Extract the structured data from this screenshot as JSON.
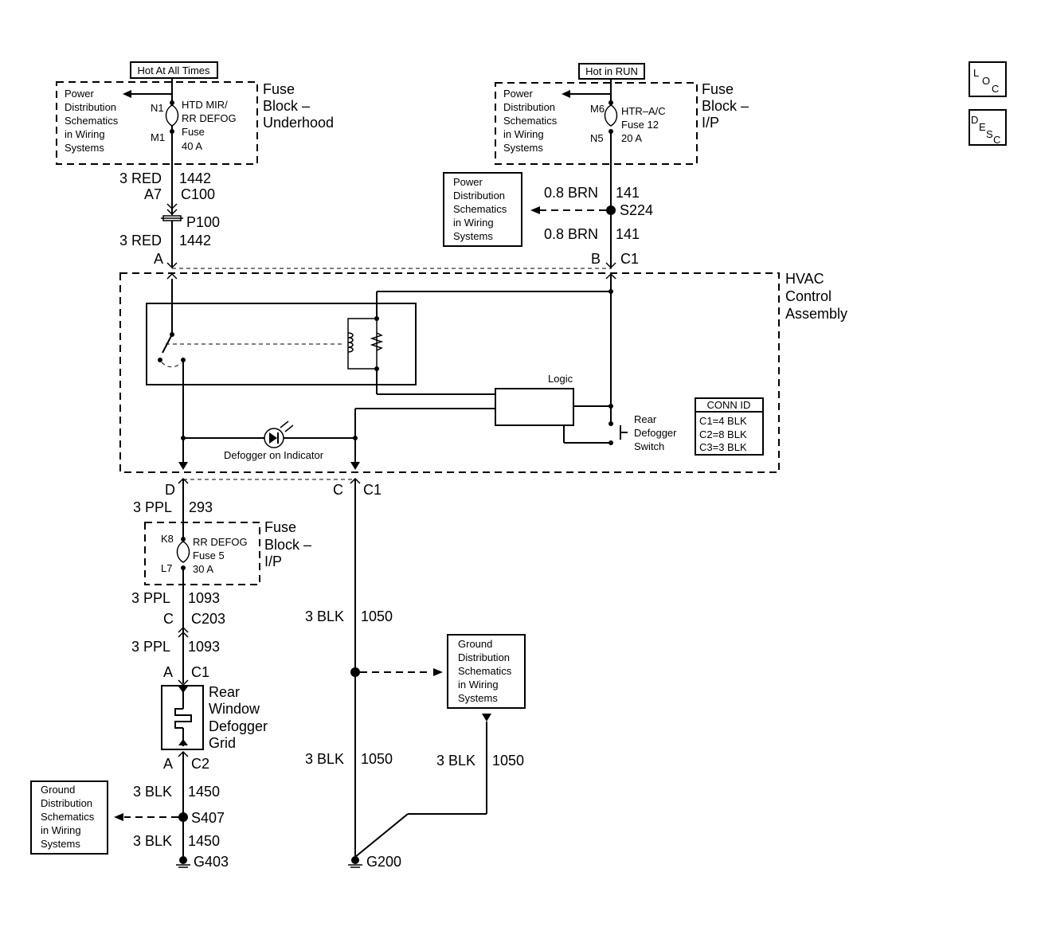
{
  "sources": {
    "left_label": "Hot At All Times",
    "right_label": "Hot in RUN"
  },
  "power_ref": {
    "line1": "Power",
    "line2": "Distribution",
    "line3": "Schematics",
    "line4": "in Wiring",
    "line5": "Systems"
  },
  "ground_ref": {
    "line1": "Ground",
    "line2": "Distribution",
    "line3": "Schematics",
    "line4": "in Wiring",
    "line5": "Systems"
  },
  "fuse_underhood": {
    "pin_in": "N1",
    "pin_out": "M1",
    "name1": "HTD MIR/",
    "name2": "RR DEFOG",
    "name3": "Fuse",
    "rating": "40 A",
    "block1": "Fuse",
    "block2": "Block –",
    "block3": "Underhood"
  },
  "fuse_ip_top": {
    "pin_in": "M6",
    "pin_out": "N5",
    "name1": "HTR–A/C",
    "name2": "Fuse 12",
    "rating": "20 A",
    "block1": "Fuse",
    "block2": "Block –",
    "block3": "I/P"
  },
  "fuse_ip_bottom": {
    "pin_in": "K8",
    "pin_out": "L7",
    "name1": "RR DEFOG",
    "name2": "Fuse 5",
    "rating": "30 A",
    "block1": "Fuse",
    "block2": "Block –",
    "block3": "I/P"
  },
  "left_wiring": {
    "w1_size": "3 RED",
    "w1_circuit": "1442",
    "c100_pin": "A7",
    "c100": "C100",
    "p100": "P100",
    "w2_size": "3 RED",
    "w2_circuit": "1442",
    "hvac_pin": "A"
  },
  "right_wiring": {
    "w1_size": "0.8 BRN",
    "w1_circuit": "141",
    "splice": "S224",
    "w2_size": "0.8 BRN",
    "w2_circuit": "141",
    "hvac_pin": "B",
    "hvac_conn": "C1"
  },
  "hvac": {
    "title1": "HVAC",
    "title2": "Control",
    "title3": "Assembly",
    "logic": "Logic",
    "switch1": "Rear",
    "switch2": "Defogger",
    "switch3": "Switch",
    "indicator": "Defogger on Indicator",
    "conn_id_title": "CONN ID",
    "conn_c1": "C1=4 BLK",
    "conn_c2": "C2=8 BLK",
    "conn_c3": "C3=3 BLK",
    "out_pin_d": "D",
    "out_pin_c": "C",
    "out_conn": "C1"
  },
  "defog_wiring": {
    "w1_size": "3 PPL",
    "w1_circuit": "293",
    "w2_size": "3 PPL",
    "w2_circuit": "1093",
    "c203_pin": "C",
    "c203": "C203",
    "w3_size": "3 PPL",
    "w3_circuit": "1093",
    "grid_in_pin": "A",
    "grid_in_conn": "C1",
    "grid1": "Rear",
    "grid2": "Window",
    "grid3": "Defogger",
    "grid4": "Grid",
    "grid_out_pin": "A",
    "grid_out_conn": "C2",
    "w4_size": "3 BLK",
    "w4_circuit": "1450",
    "splice": "S407",
    "w5_size": "3 BLK",
    "w5_circuit": "1450",
    "ground": "G403"
  },
  "ground_wiring": {
    "w1_size": "3 BLK",
    "w1_circuit": "1050",
    "w2_size": "3 BLK",
    "w2_circuit": "1050",
    "w3_size": "3 BLK",
    "w3_circuit": "1050",
    "ground": "G200"
  },
  "side_icons": {
    "loc_l": "L",
    "loc_o": "O",
    "loc_c": "C",
    "desc_d": "D",
    "desc_e": "E",
    "desc_s": "S",
    "desc_c": "C"
  }
}
